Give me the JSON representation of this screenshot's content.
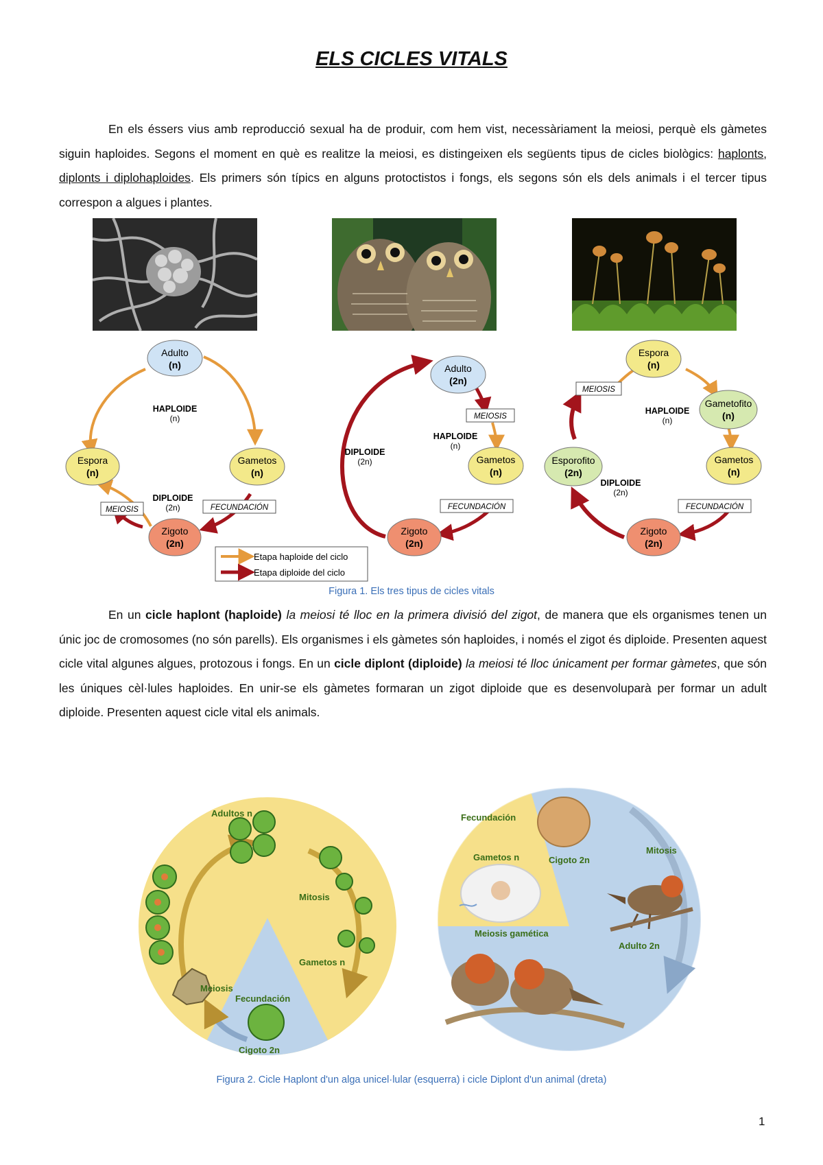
{
  "title": "ELS CICLES VITALS",
  "intro": {
    "p1": "En els éssers vius amb reproducció sexual ha de produir, com hem vist, necessàriament la meiosi, perquè els gàmetes siguin haploides. Segons el moment en què es realitze la meiosi, es distingeixen els següents tipus de cicles biològics: ",
    "link": "haplonts, diplonts i diplohaploides",
    "p2": ". Els primers són típics en alguns protoctistos i fongs, els segons són els dels animals i el tercer tipus correspon a algues i plantes."
  },
  "figure1": {
    "caption": "Figura 1. Els tres tipus de cicles vitals",
    "haplont": {
      "adulto": "Adulto",
      "adulto_n": "(n)",
      "phase_top": "HAPLOIDE",
      "phase_top_n": "(n)",
      "espora": "Espora",
      "espora_n": "(n)",
      "gametos": "Gametos",
      "gametos_n": "(n)",
      "phase_bottom": "DIPLOIDE",
      "phase_bottom_n": "(2n)",
      "meiosis": "MEIOSIS",
      "fecundacion": "FECUNDACIÓN",
      "zigoto": "Zigoto",
      "zigoto_n": "(2n)"
    },
    "diplont": {
      "adulto": "Adulto",
      "adulto_n": "(2n)",
      "meiosis": "MEIOSIS",
      "phase_hap": "HAPLOIDE",
      "phase_hap_n": "(n)",
      "phase_dip": "DIPLOIDE",
      "phase_dip_n": "(2n)",
      "gametos": "Gametos",
      "gametos_n": "(n)",
      "fecundacion": "FECUNDACIÓN",
      "zigoto": "Zigoto",
      "zigoto_n": "(2n)"
    },
    "diplohaplont": {
      "espora": "Espora",
      "espora_n": "(n)",
      "meiosis": "MEIOSIS",
      "gametofito": "Gametofito",
      "gametofito_n": "(n)",
      "phase_hap": "HAPLOIDE",
      "phase_hap_n": "(n)",
      "esporofito": "Esporofito",
      "esporofito_n": "(2n)",
      "gametos": "Gametos",
      "gametos_n": "(n)",
      "phase_dip": "DIPLOIDE",
      "phase_dip_n": "(2n)",
      "fecundacion": "FECUNDACIÓN",
      "zigoto": "Zigoto",
      "zigoto_n": "(2n)"
    },
    "legend": {
      "haploid": "Etapa haploide del ciclo",
      "diploid": "Etapa diploide del ciclo"
    }
  },
  "body2": {
    "a": "En un ",
    "b": "cicle haplont (haploide)",
    "c": " ",
    "d": "la meiosi té lloc en la primera divisió del zigot",
    "e": ", de manera que els organismes tenen un únic joc de cromosomes (no són parells). Els organismes i els gàmetes són haploides, i només el zigot és diploide. Presenten aquest cicle vital algunes algues, protozous i fongs. En un ",
    "f": "cicle diplont (diploide)",
    "g": " ",
    "h": "la meiosi té lloc únicament per formar gàmetes",
    "i": ", que són les úniques cèl·lules haploides. En unir-se els gàmetes formaran un zigot diploide que es desenvoluparà per formar un adult diploide. Presenten aquest cicle vital els animals."
  },
  "figure2": {
    "caption": "Figura 2. Cicle Haplont d'un alga unicel·lular (esquerra) i cicle Diplont d'un animal (dreta)",
    "algae": {
      "adultos": "Adultos n",
      "mitosis": "Mitosis",
      "gametos": "Gametos n",
      "meiosis": "Meiosis",
      "fecundacion": "Fecundación",
      "cigoto": "Cigoto 2n"
    },
    "animal": {
      "fecundacion": "Fecundación",
      "mitosis": "Mitosis",
      "cigoto": "Cigoto 2n",
      "gametos": "Gametos n",
      "meiosis": "Meiosis gamética",
      "adulto": "Adulto 2n"
    }
  },
  "page_number": "1",
  "colors": {
    "haploid_arrow": "#e59a3c",
    "diploid_arrow": "#a3141c",
    "caption": "#3a6fb7",
    "adult_blue": "#cfe3f5",
    "yellow_node": "#f3e98a",
    "zigoto_red": "#ef8f70",
    "green_node": "#d6e9b0",
    "haplo_bg": "#f6e08a",
    "diplo_bg": "#bcd3ea"
  }
}
